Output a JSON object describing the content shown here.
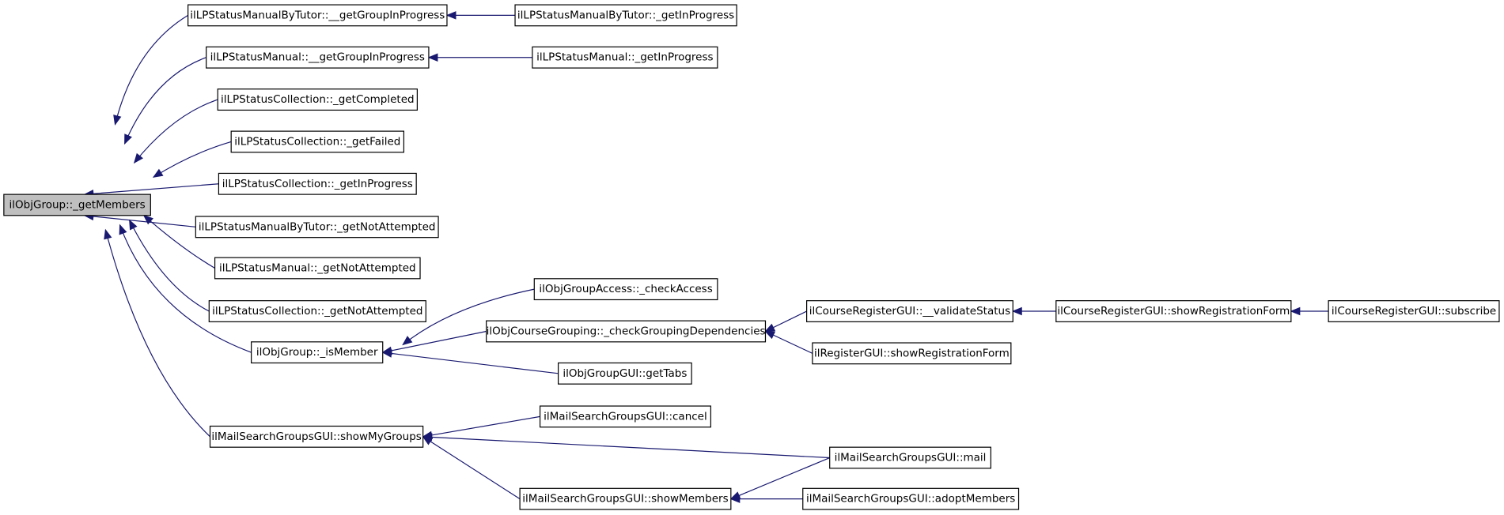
{
  "diagram": {
    "nodes": [
      {
        "id": "n0",
        "label": "ilObjGroup::_getMembers",
        "root": true
      },
      {
        "id": "n1",
        "label": "ilLPStatusManualByTutor::__getGroupInProgress"
      },
      {
        "id": "n2",
        "label": "ilLPStatusManualByTutor::_getInProgress"
      },
      {
        "id": "n3",
        "label": "ilLPStatusManual::__getGroupInProgress"
      },
      {
        "id": "n4",
        "label": "ilLPStatusManual::_getInProgress"
      },
      {
        "id": "n5",
        "label": "ilLPStatusCollection::_getCompleted"
      },
      {
        "id": "n6",
        "label": "ilLPStatusCollection::_getFailed"
      },
      {
        "id": "n7",
        "label": "ilLPStatusCollection::_getInProgress"
      },
      {
        "id": "n8",
        "label": "ilLPStatusManualByTutor::_getNotAttempted"
      },
      {
        "id": "n9",
        "label": "ilLPStatusManual::_getNotAttempted"
      },
      {
        "id": "n10",
        "label": "ilLPStatusCollection::_getNotAttempted"
      },
      {
        "id": "n11",
        "label": "ilObjGroup::_isMember"
      },
      {
        "id": "n12",
        "label": "ilObjGroupAccess::_checkAccess"
      },
      {
        "id": "n13",
        "label": "ilObjCourseGrouping::_checkGroupingDependencies"
      },
      {
        "id": "n14",
        "label": "ilObjGroupGUI::getTabs"
      },
      {
        "id": "n15",
        "label": "ilCourseRegisterGUI::__validateStatus"
      },
      {
        "id": "n16",
        "label": "ilRegisterGUI::showRegistrationForm"
      },
      {
        "id": "n17",
        "label": "ilCourseRegisterGUI::showRegistrationForm"
      },
      {
        "id": "n18",
        "label": "ilCourseRegisterGUI::subscribe"
      },
      {
        "id": "n19",
        "label": "ilMailSearchGroupsGUI::showMyGroups"
      },
      {
        "id": "n20",
        "label": "ilMailSearchGroupsGUI::cancel"
      },
      {
        "id": "n21",
        "label": "ilMailSearchGroupsGUI::mail"
      },
      {
        "id": "n22",
        "label": "ilMailSearchGroupsGUI::showMembers"
      },
      {
        "id": "n23",
        "label": "ilMailSearchGroupsGUI::adoptMembers"
      }
    ],
    "edges": [
      {
        "from": "n1",
        "to": "n0"
      },
      {
        "from": "n3",
        "to": "n0"
      },
      {
        "from": "n5",
        "to": "n0"
      },
      {
        "from": "n6",
        "to": "n0"
      },
      {
        "from": "n7",
        "to": "n0"
      },
      {
        "from": "n8",
        "to": "n0"
      },
      {
        "from": "n9",
        "to": "n0"
      },
      {
        "from": "n10",
        "to": "n0"
      },
      {
        "from": "n11",
        "to": "n0"
      },
      {
        "from": "n19",
        "to": "n0"
      },
      {
        "from": "n2",
        "to": "n1"
      },
      {
        "from": "n4",
        "to": "n3"
      },
      {
        "from": "n12",
        "to": "n11"
      },
      {
        "from": "n13",
        "to": "n11"
      },
      {
        "from": "n14",
        "to": "n11"
      },
      {
        "from": "n15",
        "to": "n13"
      },
      {
        "from": "n16",
        "to": "n13"
      },
      {
        "from": "n17",
        "to": "n15"
      },
      {
        "from": "n18",
        "to": "n17"
      },
      {
        "from": "n20",
        "to": "n19"
      },
      {
        "from": "n21",
        "to": "n19"
      },
      {
        "from": "n22",
        "to": "n19"
      },
      {
        "from": "n21",
        "to": "n22"
      },
      {
        "from": "n23",
        "to": "n22"
      }
    ],
    "colors": {
      "edge": "#191970",
      "root_fill": "#bfbfbf",
      "node_fill": "#ffffff",
      "node_stroke": "#000000"
    }
  }
}
